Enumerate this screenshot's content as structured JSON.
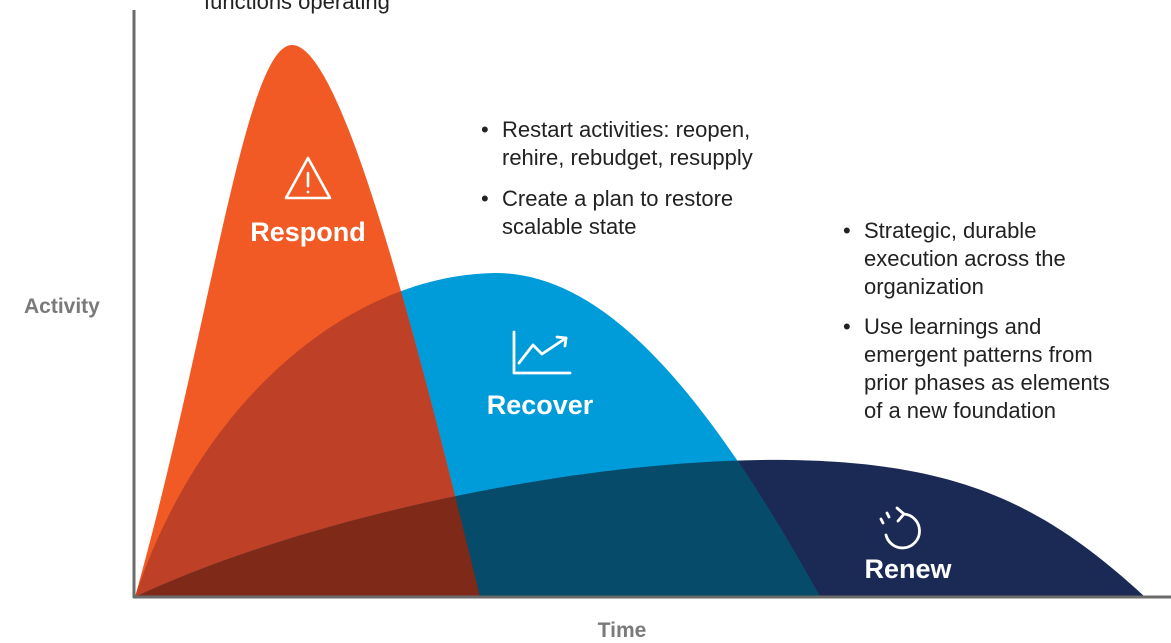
{
  "top_note": "functions operating",
  "axes": {
    "y_label": "Activity",
    "x_label": "Time"
  },
  "phases": [
    {
      "name": "Respond",
      "icon": "warning-triangle-icon",
      "color": "#F15A24"
    },
    {
      "name": "Recover",
      "icon": "trending-up-chart-icon",
      "color": "#009BD9"
    },
    {
      "name": "Renew",
      "icon": "refresh-cycle-icon",
      "color": "#1B2A55"
    }
  ],
  "overlap_colors": {
    "respond_recover": "#BE4127",
    "recover_renew": "#064B6A",
    "all": "#7F2A18"
  },
  "recover_notes": [
    {
      "lines": [
        "Restart activities: reopen,",
        "rehire, rebudget, resupply"
      ]
    },
    {
      "lines": [
        "Create a plan to restore",
        "scalable state"
      ]
    }
  ],
  "renew_notes": [
    {
      "lines": [
        "Strategic, durable",
        "execution across the",
        "organization"
      ]
    },
    {
      "lines": [
        "Use learnings and",
        "emergent patterns from",
        "prior phases as elements",
        "of a new foundation"
      ]
    }
  ]
}
